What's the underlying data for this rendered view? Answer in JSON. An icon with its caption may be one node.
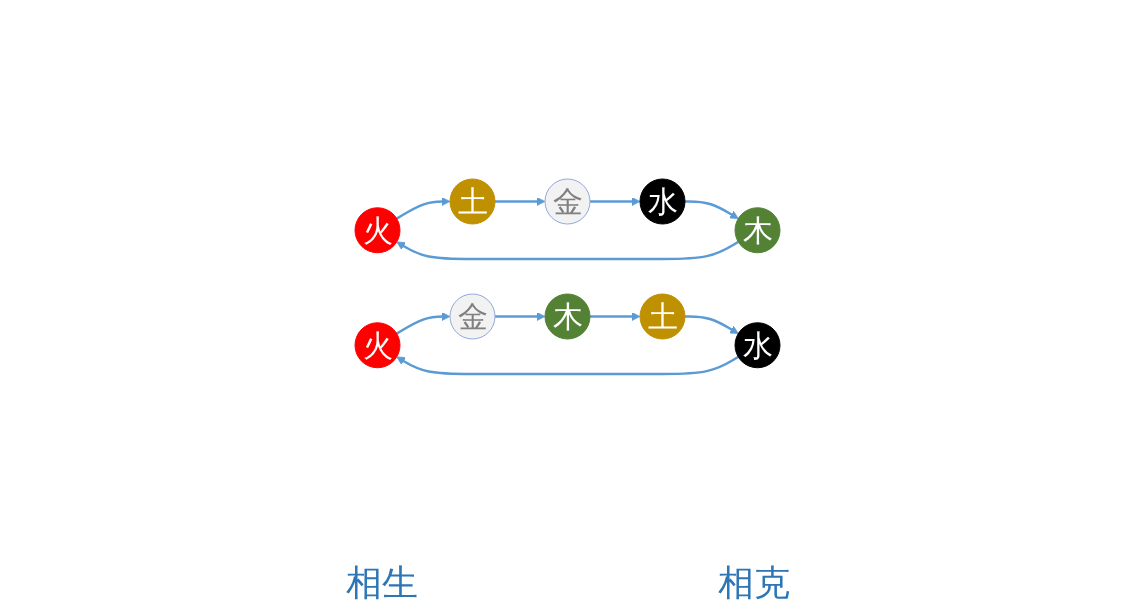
{
  "diagram": {
    "nodes": [
      {
        "text": [
          "火"
        ]
      },
      {
        "text": [
          "木"
        ]
      },
      {
        "text": [
          "土"
        ]
      },
      {
        "text": [
          "水"
        ]
      },
      {
        "text": [
          "金"
        ]
      },
      {
        "text": [
          "火"
        ]
      },
      {
        "text": [
          "木"
        ]
      },
      {
        "text": [
          "土"
        ]
      },
      {
        "text": [
          "水"
        ]
      },
      {
        "text": [
          "金"
        ]
      }
    ],
    "edges": [
      {
        "from": 1,
        "to": 0,
        "arrow": "to"
      },
      {
        "from": 0,
        "to": 2,
        "arrow": "to"
      },
      {
        "from": 2,
        "to": 4,
        "arrow": "to"
      },
      {
        "from": 4,
        "to": 3,
        "arrow": "to"
      },
      {
        "from": 3,
        "to": 1,
        "arrow": "to"
      },
      {
        "from": 6,
        "to": 7,
        "arrow": "to"
      },
      {
        "from": 7,
        "to": 8,
        "arrow": "to"
      },
      {
        "from": 8,
        "to": 5,
        "arrow": "to"
      },
      {
        "from": 5,
        "to": 9,
        "arrow": "to"
      },
      {
        "from": 9,
        "to": 6,
        "arrow": "to"
      }
    ],
    "labels": [
      "相生",
      "相克"
    ]
  }
}
